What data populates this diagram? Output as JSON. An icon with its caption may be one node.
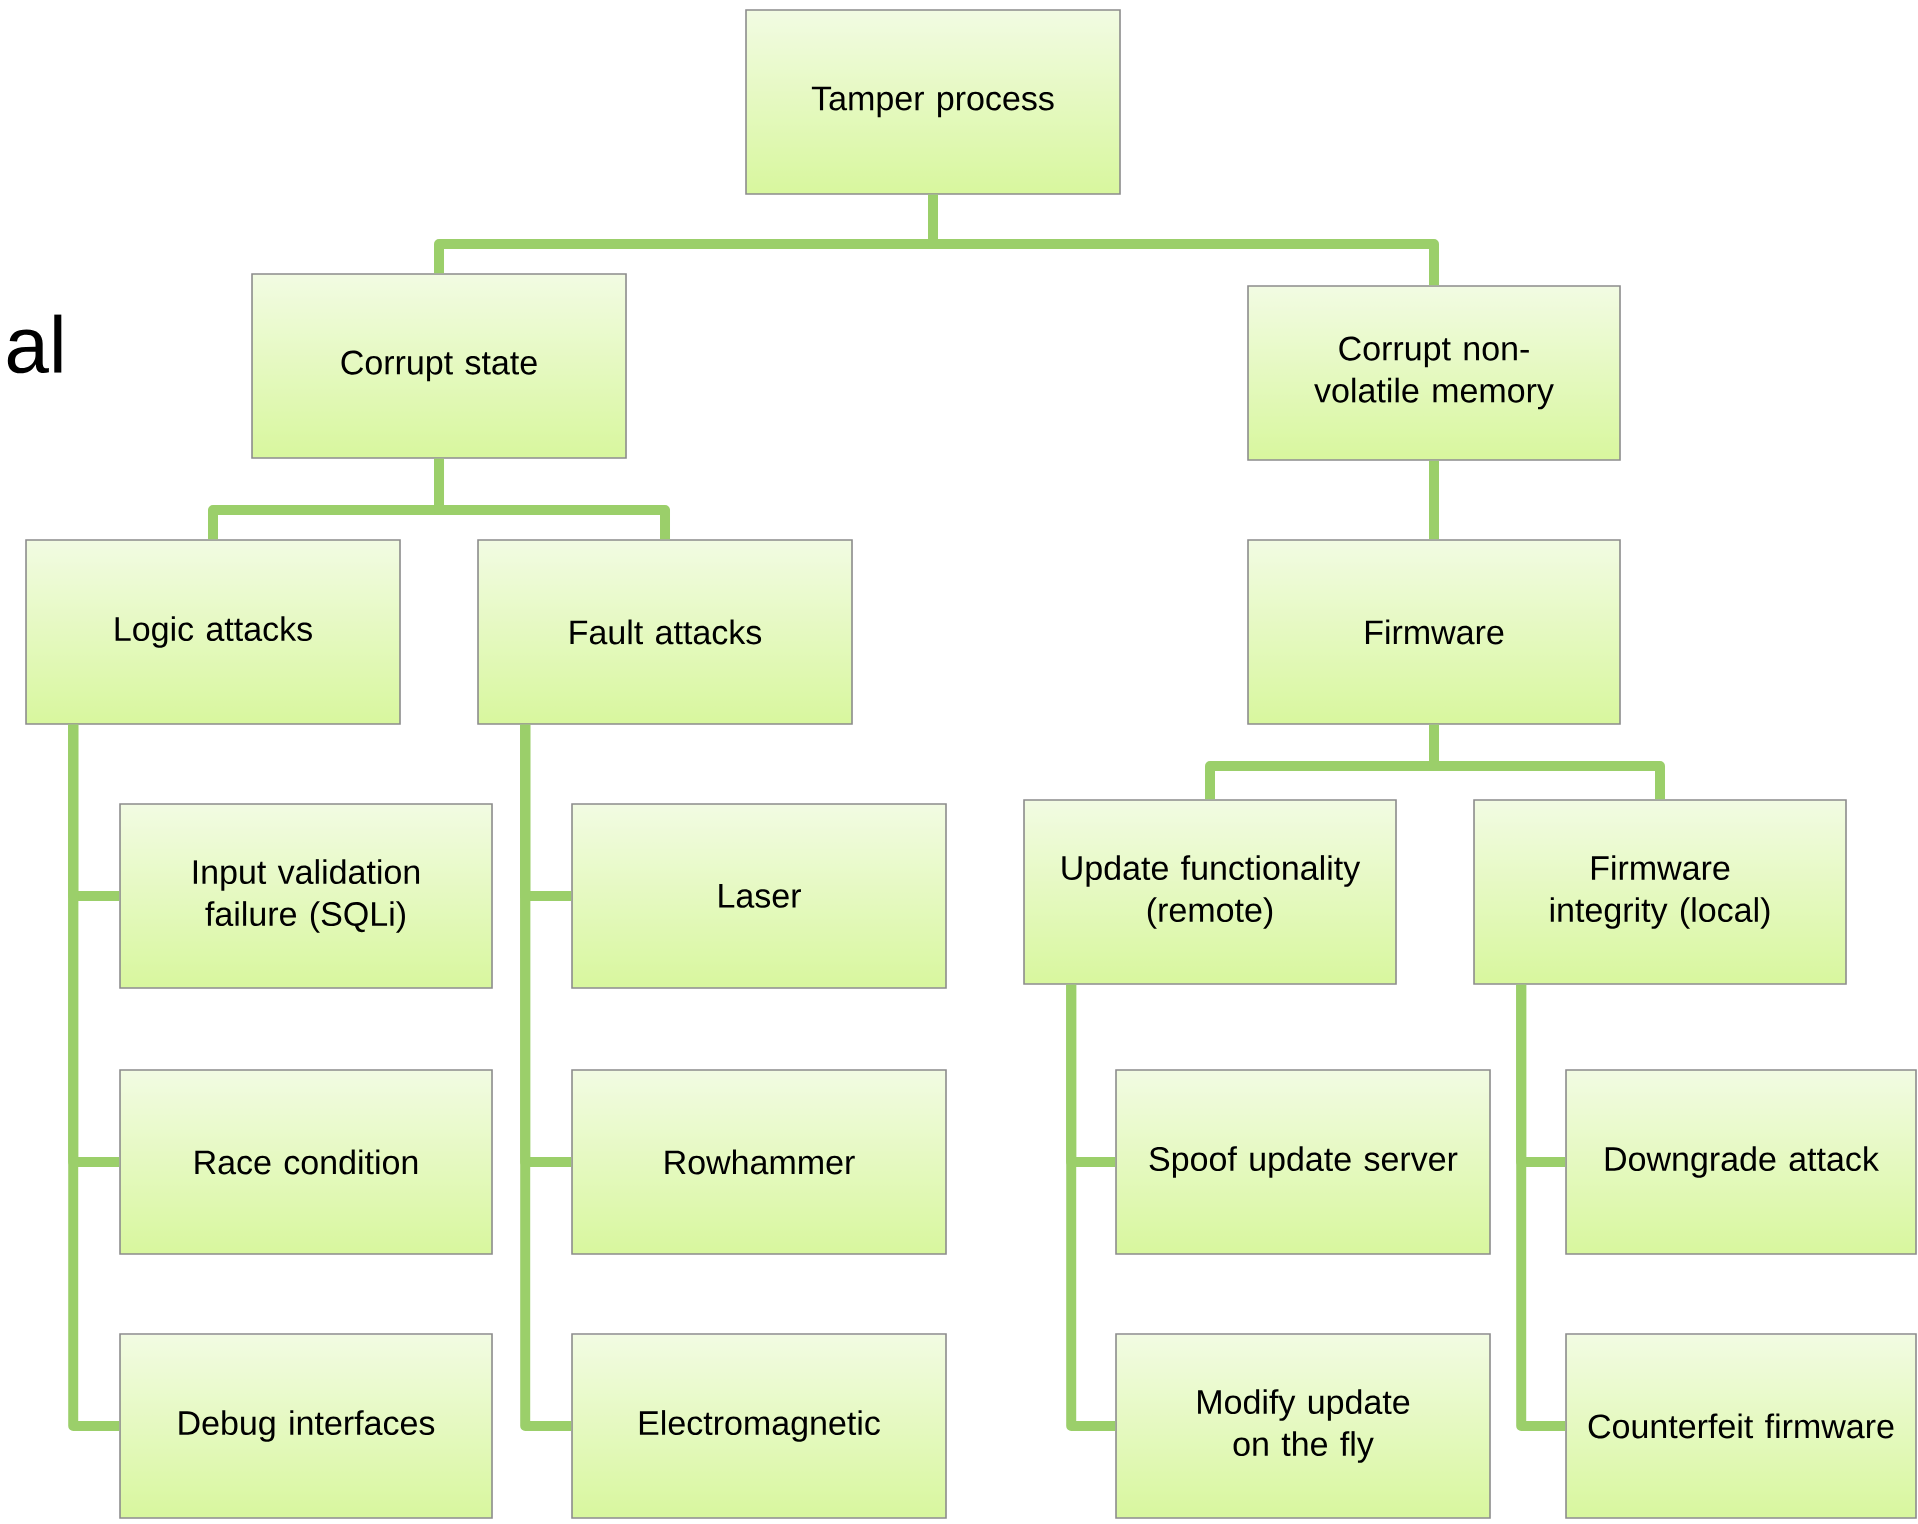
{
  "diagram": {
    "nodes": [
      {
        "text": [
          "Tamper process"
        ]
      },
      {
        "text": [
          "Corrupt state"
        ]
      },
      {
        "text": [
          "Corrupt non-volatile memory"
        ]
      },
      {
        "text": [
          "Logic attacks"
        ]
      },
      {
        "text": [
          "Fault attacks"
        ]
      },
      {
        "text": [
          "Input validation failure (SQLi)"
        ]
      },
      {
        "text": [
          "Laser"
        ]
      },
      {
        "text": [
          "Race condition"
        ]
      },
      {
        "text": [
          "Rowhammer"
        ]
      },
      {
        "text": [
          "Debug interfaces"
        ]
      },
      {
        "text": [
          "Electromagnetic"
        ]
      },
      {
        "text": [
          "Firmware"
        ]
      },
      {
        "text": [
          "Update functionality (remote)"
        ]
      },
      {
        "text": [
          "Firmware integrity (local)"
        ]
      },
      {
        "text": [
          "Spoof update server"
        ]
      },
      {
        "text": [
          "Downgrade attack"
        ]
      },
      {
        "text": [
          "Modify update on the fly"
        ]
      },
      {
        "text": [
          "Counterfeit firmware"
        ]
      }
    ],
    "edges": [
      {
        "from": 0,
        "to": 1,
        "arrow": "none"
      },
      {
        "from": 0,
        "to": 2,
        "arrow": "none"
      },
      {
        "from": 1,
        "to": 3,
        "arrow": "none"
      },
      {
        "from": 1,
        "to": 4,
        "arrow": "none"
      },
      {
        "from": 3,
        "to": 5,
        "arrow": "none"
      },
      {
        "from": 3,
        "to": 7,
        "arrow": "none"
      },
      {
        "from": 3,
        "to": 9,
        "arrow": "none"
      },
      {
        "from": 4,
        "to": 6,
        "arrow": "none"
      },
      {
        "from": 4,
        "to": 8,
        "arrow": "none"
      },
      {
        "from": 4,
        "to": 10,
        "arrow": "none"
      },
      {
        "from": 2,
        "to": 11,
        "arrow": "none"
      },
      {
        "from": 11,
        "to": 12,
        "arrow": "none"
      },
      {
        "from": 11,
        "to": 13,
        "arrow": "none"
      },
      {
        "from": 12,
        "to": 14,
        "arrow": "none"
      },
      {
        "from": 12,
        "to": 16,
        "arrow": "none"
      },
      {
        "from": 13,
        "to": 15,
        "arrow": "none"
      },
      {
        "from": 13,
        "to": 17,
        "arrow": "none"
      }
    ],
    "labels": [
      "al"
    ]
  }
}
